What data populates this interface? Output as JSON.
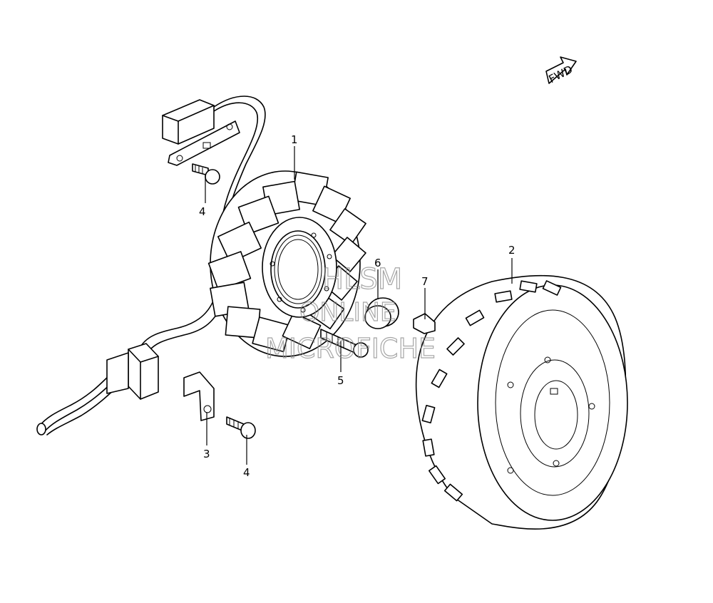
{
  "labels": {
    "stator": "1",
    "rotor": "2",
    "bracket": "3",
    "bolt_upper": "4",
    "bolt_lower": "4",
    "bolt_stator": "5",
    "gear_part": "6",
    "key": "7"
  },
  "fwd_arrow": "FWD",
  "watermark": {
    "line1": "HLSM",
    "line2": "ONLINE",
    "line3": "MICROFICHE"
  }
}
